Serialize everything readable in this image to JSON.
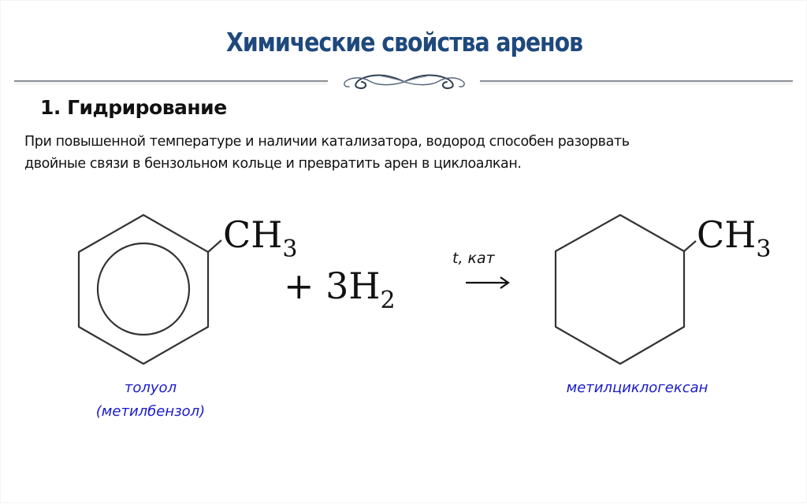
{
  "slide": {
    "title": "Химические свойства аренов",
    "section_heading": "1. Гидрирование",
    "paragraph_lines": [
      "При повышенной температуре и наличии катализатора, водород способен разорвать",
      "двойные связи в бензольном кольце и превратить арен в циклоалкан."
    ],
    "reaction": {
      "reactant_substituent": {
        "main": "CH",
        "sub": "3"
      },
      "reagent": {
        "prefix": "+ 3H",
        "sub": "2"
      },
      "conditions": "t, кат",
      "arrow": "right-arrow",
      "product_substituent": {
        "main": "CH",
        "sub": "3"
      }
    },
    "labels": {
      "reactant_line1": "толуол",
      "reactant_line2": "(метилбензол)",
      "product": "метилциклогексан"
    },
    "colors": {
      "title": "#1f497d",
      "labels": "#1a1acc",
      "text": "#111111"
    },
    "icons": {
      "divider_ornament": "ornament-flourish-icon",
      "benzene_ring": "benzene-ring-icon",
      "cyclohexane_ring": "cyclohexane-ring-icon"
    }
  }
}
